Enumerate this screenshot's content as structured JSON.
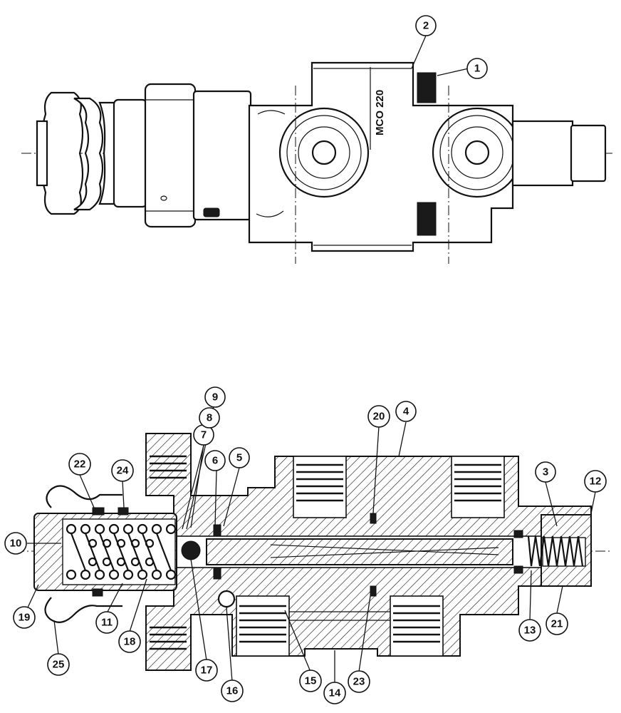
{
  "housing_marking": "MCO 220",
  "callouts": [
    {
      "label": "1"
    },
    {
      "label": "2"
    },
    {
      "label": "3"
    },
    {
      "label": "4"
    },
    {
      "label": "5"
    },
    {
      "label": "6"
    },
    {
      "label": "7"
    },
    {
      "label": "8"
    },
    {
      "label": "9"
    },
    {
      "label": "10"
    },
    {
      "label": "11"
    },
    {
      "label": "12"
    },
    {
      "label": "13"
    },
    {
      "label": "14"
    },
    {
      "label": "15"
    },
    {
      "label": "16"
    },
    {
      "label": "17"
    },
    {
      "label": "18"
    },
    {
      "label": "19"
    },
    {
      "label": "20"
    },
    {
      "label": "21"
    },
    {
      "label": "22"
    },
    {
      "label": "23"
    },
    {
      "label": "24"
    },
    {
      "label": "25"
    }
  ]
}
